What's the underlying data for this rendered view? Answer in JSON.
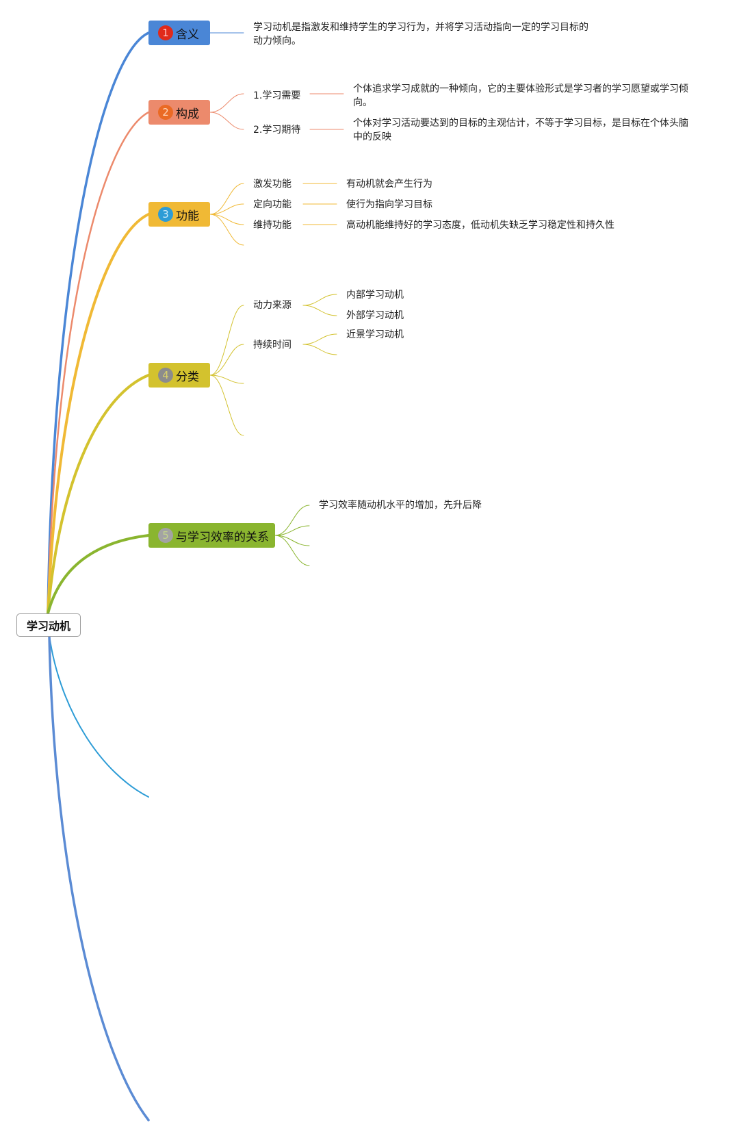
{
  "colors": {
    "b1": "#4a86d6",
    "b2": "#ec8a6c",
    "b3": "#f0b935",
    "b4": "#d3c22e",
    "b5": "#8ab52f",
    "b6": "#2d9cd6",
    "b7": "#5b8bd4"
  },
  "root": {
    "label": "学习动机"
  },
  "branches": [
    {
      "badge": "1",
      "label": "含义",
      "children": [
        {
          "text": "学习动机是指激发和维持学生的学习行为，并将学习活动指向一定的学习目标的动力倾向。"
        }
      ]
    },
    {
      "badge": "2",
      "label": "构成",
      "children": [
        {
          "text": "1.学习需要",
          "detail": "个体追求学习成就的一种倾向，它的主要体验形式是学习者的学习愿望或学习倾向。"
        },
        {
          "text": "2.学习期待",
          "detail": "个体对学习活动要达到的目标的主观估计，不等于学习目标，是目标在个体头脑中的反映"
        }
      ]
    },
    {
      "badge": "3",
      "label": "功能",
      "children": [
        {
          "text": "激发功能",
          "detail": "有动机就会产生行为"
        },
        {
          "text": "定向功能",
          "detail": "使行为指向学习目标"
        },
        {
          "text": "维持功能",
          "detail": "高动机能维持好的学习态度，低动机失缺乏学习稳定性和持久性"
        }
      ]
    },
    {
      "badge": "4",
      "label": "分类",
      "children": [
        {
          "text": "动力来源",
          "items": [
            "内部学习动机",
            "外部学习动机"
          ]
        },
        {
          "text": "持续时间",
          "items": [
            "近景学习动机"
          ]
        }
      ]
    },
    {
      "badge": "5",
      "label": "与学习效率的关系",
      "children": [
        {
          "text": "学习效率随动机水平的增加，先升后降"
        }
      ]
    }
  ]
}
